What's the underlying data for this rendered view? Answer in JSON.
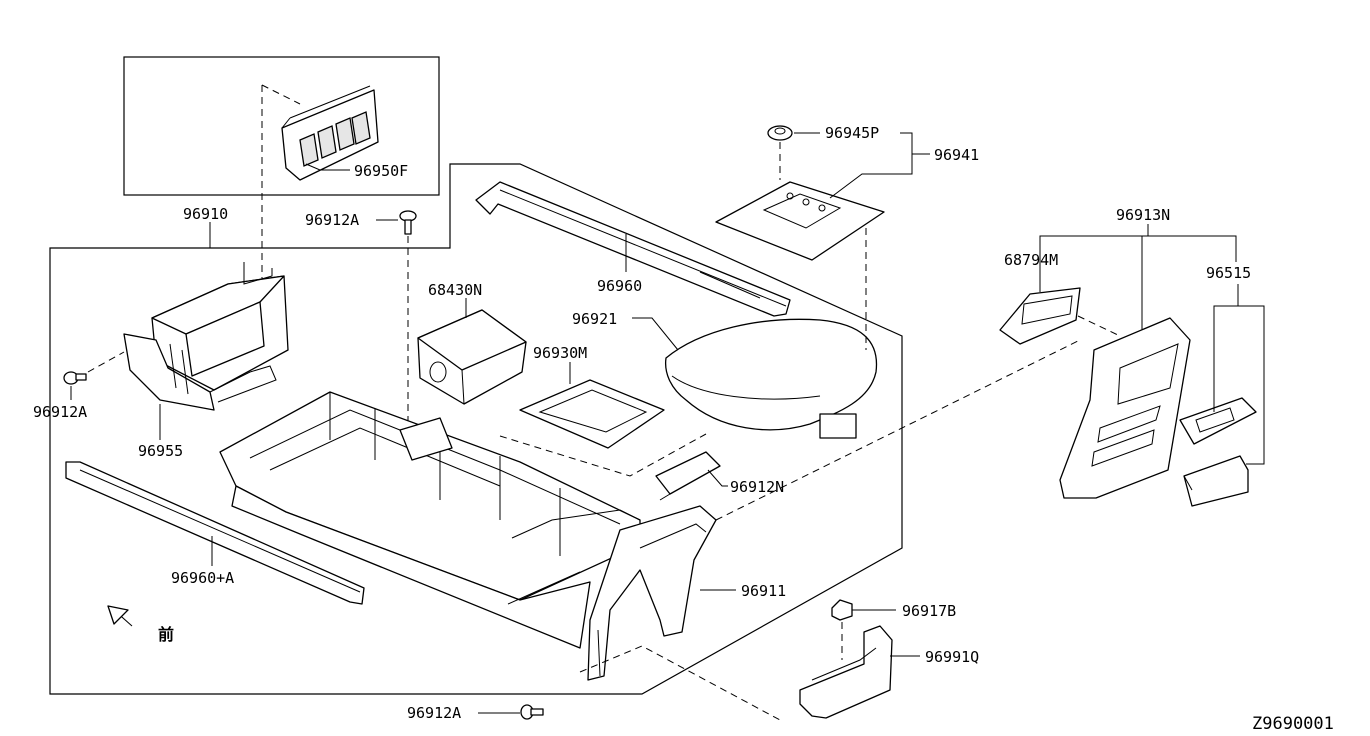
{
  "labels": {
    "p96950F": "96950F",
    "p96910": "96910",
    "p96912A_top": "96912A",
    "p96912A_left": "96912A",
    "p96955": "96955",
    "p96960A": "96960+A",
    "p68430N": "68430N",
    "p96960": "96960",
    "p96930M": "96930M",
    "p96921": "96921",
    "p96945P": "96945P",
    "p96941": "96941",
    "p96912N": "96912N",
    "p96911": "96911",
    "p96917B": "96917B",
    "p96991Q": "96991Q",
    "p96912A_bottom": "96912A",
    "p96913N": "96913N",
    "p68794M": "68794M",
    "p96515": "96515"
  },
  "front_mark": "前",
  "diagram_code": "Z9690001"
}
